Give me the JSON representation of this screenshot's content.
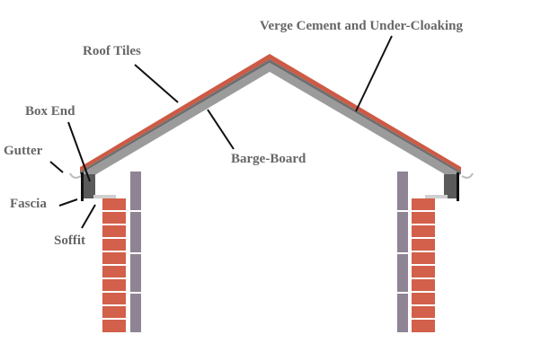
{
  "labels": {
    "verge": "Verge Cement and Under-Cloaking",
    "roof_tiles": "Roof Tiles",
    "box_end": "Box End",
    "gutter": "Gutter",
    "barge_board": "Barge-Board",
    "fascia": "Fascia",
    "soffit": "Soffit"
  },
  "colors": {
    "tile": "#cd5a45",
    "barge_board": "#9b9b9b",
    "underlay": "#7a7a7a",
    "brick": "#d2604a",
    "inner_wall": "#8f8494",
    "box_end": "#5a5a5a",
    "soffit": "#cfcfcf",
    "label_text": "#666666"
  }
}
